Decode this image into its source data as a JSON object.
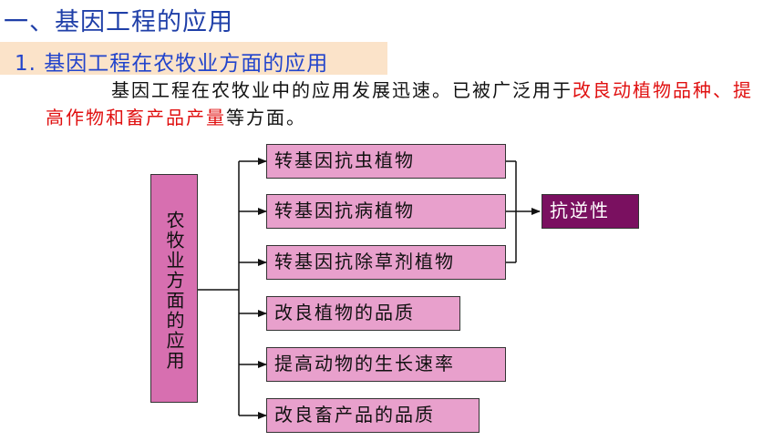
{
  "title": "一、基因工程的应用",
  "subtitle": "1. 基因工程在农牧业方面的应用",
  "paragraph": {
    "part1": "基因工程在农牧业中的应用发展迅速。已被广泛用于",
    "red1": "改良动植物品种",
    "sep": "、",
    "red2": "提高作物和畜产品产量",
    "part2": "等方面。"
  },
  "diagram": {
    "root": "农牧业方面的应用",
    "branches": [
      "转基因抗虫植物",
      "转基因抗病植物",
      "转基因抗除草剂植物",
      "改良植物的品质",
      "提高动物的生长速率",
      "改良畜产品的品质"
    ],
    "result": "抗逆性"
  },
  "colors": {
    "title": "#1f3fa8",
    "subtitle_bg": "#fbe3c9",
    "highlight": "#e01010",
    "box_fill": "#e8a0cc",
    "root_fill": "#d76fb0",
    "result_fill": "#7a1060"
  }
}
